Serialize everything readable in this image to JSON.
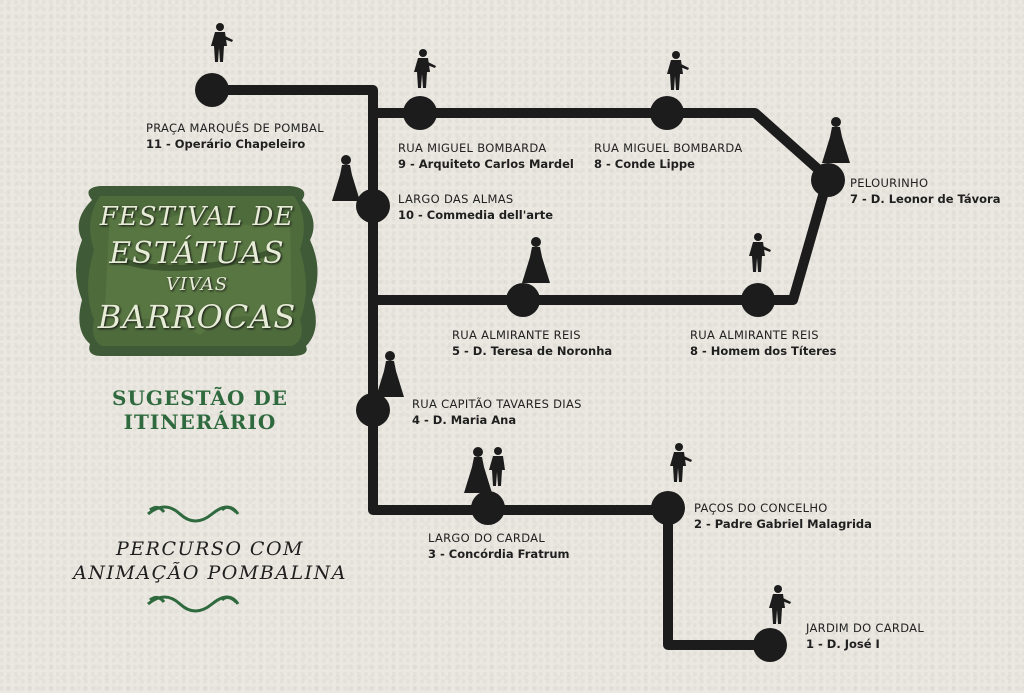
{
  "brand": {
    "line1": "FESTIVAL DE",
    "line2": "ESTÁTUAS",
    "line3": "VIVAS",
    "line4": "BARROCAS"
  },
  "subtitle": {
    "line1": "SUGESTÃO DE",
    "line2": "ITINERÁRIO"
  },
  "route_note": {
    "line1": "PERCURSO COM",
    "line2": "ANIMAÇÃO POMBALINA"
  },
  "stops": [
    {
      "street": "JARDIM DO CARDAL",
      "statue": "1 - D. José I"
    },
    {
      "street": "PAÇOS DO CONCELHO",
      "statue": "2 - Padre Gabriel Malagrida"
    },
    {
      "street": "LARGO DO CARDAL",
      "statue": "3 - Concórdia Fratrum"
    },
    {
      "street": "RUA CAPITÃO TAVARES DIAS",
      "statue": "4 - D. Maria Ana"
    },
    {
      "street": "RUA ALMIRANTE REIS",
      "statue": "5 - D. Teresa de Noronha"
    },
    {
      "street": "RUA ALMIRANTE REIS",
      "statue": "8 - Homem dos Títeres"
    },
    {
      "street": "PELOURINHO",
      "statue": "7 - D. Leonor de Távora"
    },
    {
      "street": "RUA MIGUEL BOMBARDA",
      "statue": "8 - Conde Lippe"
    },
    {
      "street": "RUA MIGUEL BOMBARDA",
      "statue": "9 - Arquiteto Carlos Mardel"
    },
    {
      "street": "LARGO DAS ALMAS",
      "statue": "10 - Commedia dell'arte"
    },
    {
      "street": "PRAÇA MARQUÊS DE POMBAL",
      "statue": "11 - Operário Chapeleiro"
    }
  ],
  "colors": {
    "route": "#1c1c1c",
    "accent_green": "#2f6a3e",
    "paper": "#ebe8e1"
  }
}
